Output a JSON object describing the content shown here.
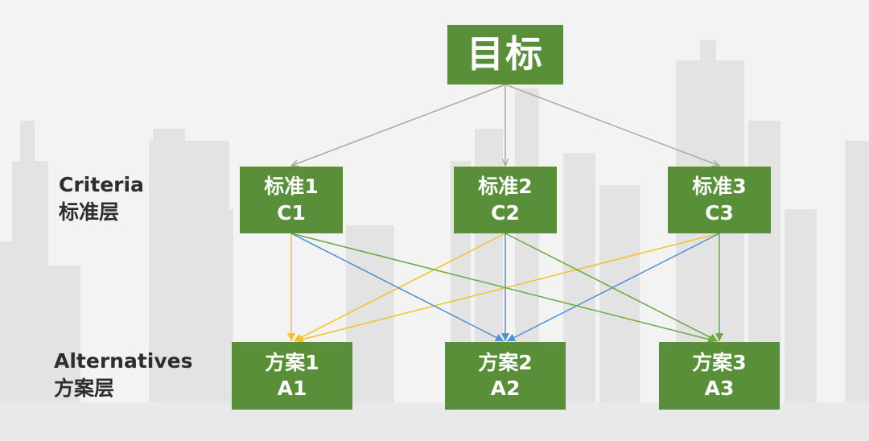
{
  "goal": {
    "label": "目标"
  },
  "criteria_layer": {
    "label_en": "Criteria",
    "label_cn": "标准层"
  },
  "alternatives_layer": {
    "label_en": "Alternatives",
    "label_cn": "方案层"
  },
  "criteria": [
    {
      "name": "标准1",
      "code": "C1"
    },
    {
      "name": "标准2",
      "code": "C2"
    },
    {
      "name": "标准3",
      "code": "C3"
    }
  ],
  "alternatives": [
    {
      "name": "方案1",
      "code": "A1"
    },
    {
      "name": "方案2",
      "code": "A2"
    },
    {
      "name": "方案3",
      "code": "A3"
    }
  ],
  "colors": {
    "box_fill": "#5a8f3a",
    "box_text": "#ffffff",
    "goal_arrows": "#a8a8a8",
    "to_A1": "#f5c02a",
    "to_A2": "#4f92d4",
    "to_A3": "#6aaa40"
  }
}
